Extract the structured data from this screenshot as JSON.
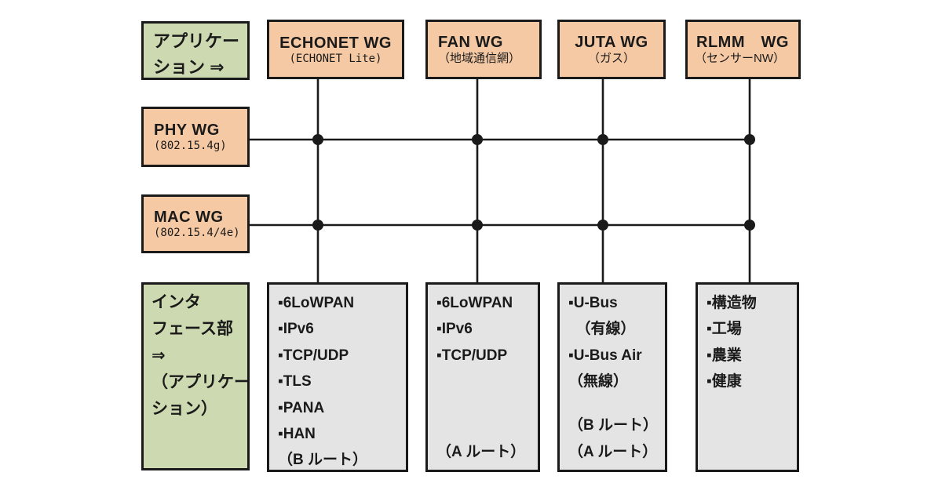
{
  "app_label": {
    "lines": [
      "アプリケー",
      "ション ⇒"
    ]
  },
  "wg": [
    {
      "title": "ECHONET WG",
      "subtitle": "(ECHONET Lite)"
    },
    {
      "title": "FAN WG",
      "subtitle": "（地域通信網）"
    },
    {
      "title": "JUTA WG",
      "subtitle": "（ガス）"
    },
    {
      "title": "RLMM　WG",
      "subtitle": "（センサーNW）"
    }
  ],
  "layers": [
    {
      "title": "PHY WG",
      "subtitle": "(802.15.4g)"
    },
    {
      "title": "MAC WG",
      "subtitle": "(802.15.4/4e)"
    }
  ],
  "interface_label": {
    "lines": [
      "インタ",
      "フェース部",
      "⇒",
      "（アプリケー",
      "ション）"
    ]
  },
  "stacks": [
    {
      "lines": [
        "▪6LoWPAN",
        "▪IPv6",
        "▪TCP/UDP",
        "▪TLS",
        "▪PANA",
        "▪HAN"
      ],
      "footer": [
        "（B ルート）"
      ]
    },
    {
      "lines": [
        "▪6LoWPAN",
        "▪IPv6",
        "▪TCP/UDP"
      ],
      "footer": [
        "（A ルート）"
      ]
    },
    {
      "lines": [
        "▪U-Bus",
        "　（有線）",
        "▪U-Bus Air",
        "（無線）"
      ],
      "footer": [
        "（B ルート）",
        "（A ルート）"
      ]
    },
    {
      "lines": [
        "▪構造物",
        "▪工場",
        "▪農業",
        "▪健康"
      ],
      "footer": []
    }
  ],
  "colors": {
    "wg_fill": "#f5c9a4",
    "label_fill": "#cdd9b0",
    "stack_fill": "#e4e4e4",
    "line": "#1a1a1a"
  }
}
